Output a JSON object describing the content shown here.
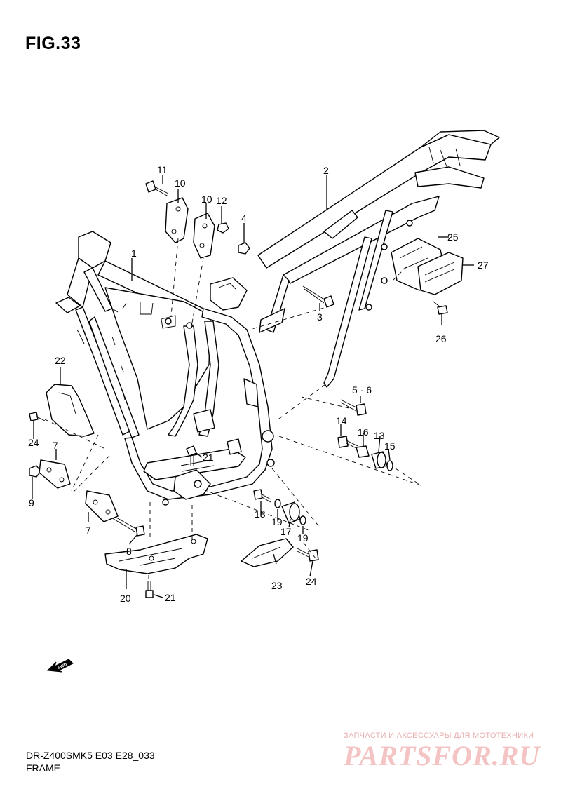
{
  "figure": {
    "title": "FIG.33"
  },
  "callouts": [
    {
      "id": "c1",
      "label": "1"
    },
    {
      "id": "c2",
      "label": "2"
    },
    {
      "id": "c3",
      "label": "3"
    },
    {
      "id": "c4",
      "label": "4"
    },
    {
      "id": "c56",
      "label": "5 · 6"
    },
    {
      "id": "c7a",
      "label": "7"
    },
    {
      "id": "c7b",
      "label": "7"
    },
    {
      "id": "c8",
      "label": "8"
    },
    {
      "id": "c9",
      "label": "9"
    },
    {
      "id": "c10a",
      "label": "10"
    },
    {
      "id": "c10b",
      "label": "10"
    },
    {
      "id": "c11",
      "label": "11"
    },
    {
      "id": "c12",
      "label": "12"
    },
    {
      "id": "c13",
      "label": "13"
    },
    {
      "id": "c14",
      "label": "14"
    },
    {
      "id": "c15",
      "label": "15"
    },
    {
      "id": "c16",
      "label": "16"
    },
    {
      "id": "c17",
      "label": "17"
    },
    {
      "id": "c18",
      "label": "18"
    },
    {
      "id": "c19a",
      "label": "19"
    },
    {
      "id": "c19b",
      "label": "19"
    },
    {
      "id": "c20",
      "label": "20"
    },
    {
      "id": "c21a",
      "label": "21"
    },
    {
      "id": "c21b",
      "label": "21"
    },
    {
      "id": "c22",
      "label": "22"
    },
    {
      "id": "c23",
      "label": "23"
    },
    {
      "id": "c24a",
      "label": "24"
    },
    {
      "id": "c24b",
      "label": "24"
    },
    {
      "id": "c25",
      "label": "25"
    },
    {
      "id": "c26",
      "label": "26"
    },
    {
      "id": "c27",
      "label": "27"
    }
  ],
  "fwd_arrow": {
    "label": "FWD"
  },
  "footer": {
    "model_code": "DR-Z400SMK5 E03 E28_033",
    "caption": "FRAME"
  },
  "watermark": {
    "tagline": "ЗАПЧАСТИ И АКСЕССУАРЫ ДЛЯ МОТОТЕХНИКИ",
    "logo": "PARTSFOR.RU"
  }
}
